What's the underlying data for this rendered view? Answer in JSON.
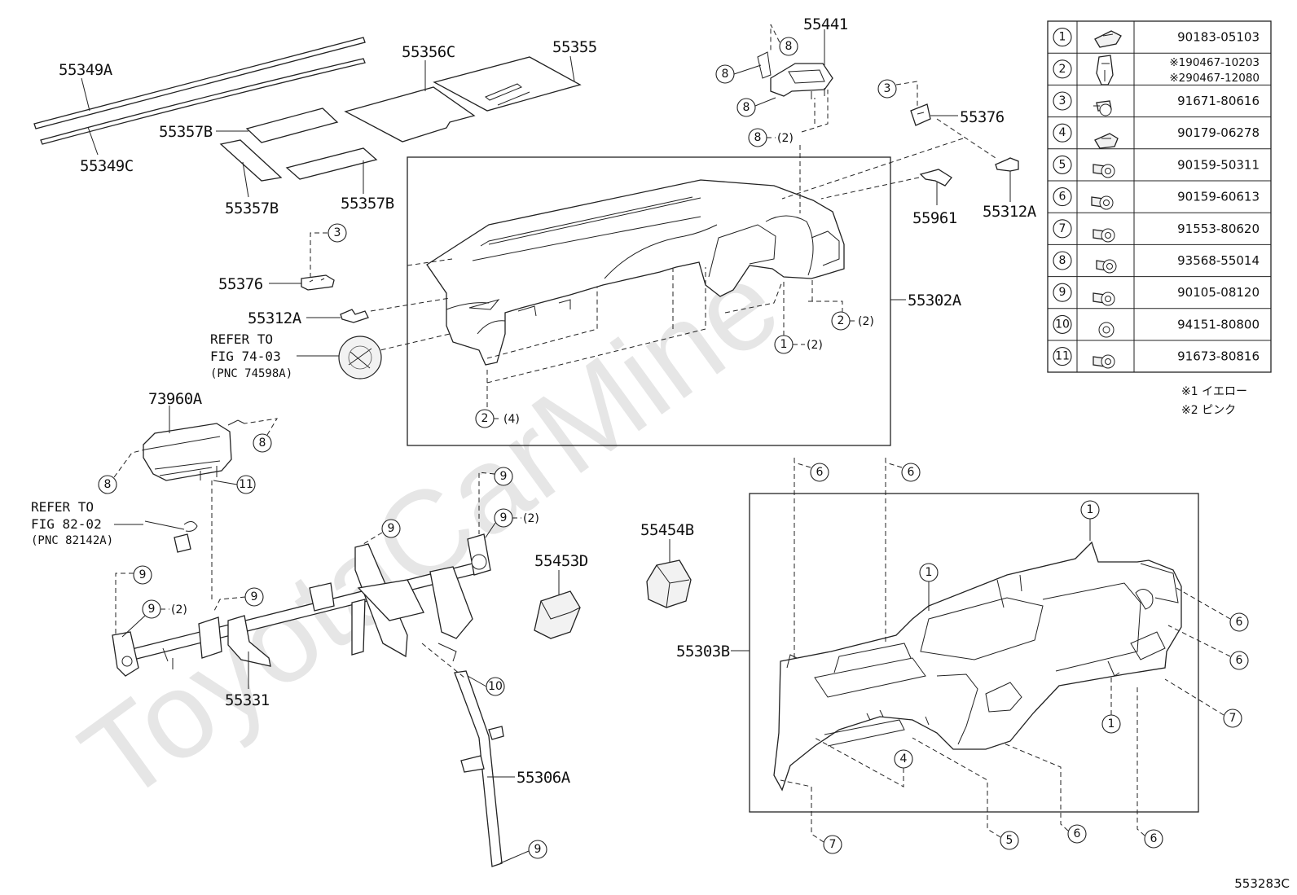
{
  "watermark": "ToyotaCarMine",
  "diagram_code": "553283C",
  "references": {
    "fig_74_03": [
      "REFER TO",
      "FIG 74-03",
      "(PNC 74598A)"
    ],
    "fig_82_02": [
      "REFER TO",
      "FIG 82-02",
      "(PNC 82142A)"
    ]
  },
  "part_labels": {
    "p55349A": "55349A",
    "p55349C": "55349C",
    "p55356C": "55356C",
    "p55355": "55355",
    "p55357B_1": "55357B",
    "p55357B_2": "55357B",
    "p55357B_3": "55357B",
    "p55441": "55441",
    "p55376_right": "55376",
    "p55961": "55961",
    "p55312A_right": "55312A",
    "p55376_left": "55376",
    "p55312A_left": "55312A",
    "p55302A": "55302A",
    "p73960A": "73960A",
    "p55454B": "55454B",
    "p55453D": "55453D",
    "p55303B": "55303B",
    "p55331": "55331",
    "p55306A": "55306A"
  },
  "callouts": {
    "c1": "1",
    "c2": "2",
    "c3": "3",
    "c4": "4",
    "c5": "5",
    "c6": "6",
    "c7": "7",
    "c8": "8",
    "c9": "9",
    "c10": "10",
    "c11": "11"
  },
  "quantities": {
    "q2": "(2)",
    "q4": "(4)"
  },
  "fastener_table": [
    {
      "num": "1",
      "pn": "90183-05103"
    },
    {
      "num": "2",
      "pn_lines": [
        "※190467-10203",
        "※290467-12080"
      ]
    },
    {
      "num": "3",
      "pn": "91671-80616"
    },
    {
      "num": "4",
      "pn": "90179-06278"
    },
    {
      "num": "5",
      "pn": "90159-50311"
    },
    {
      "num": "6",
      "pn": "90159-60613"
    },
    {
      "num": "7",
      "pn": "91553-80620"
    },
    {
      "num": "8",
      "pn": "93568-55014"
    },
    {
      "num": "9",
      "pn": "90105-08120"
    },
    {
      "num": "10",
      "pn": "94151-80800"
    },
    {
      "num": "11",
      "pn": "91673-80816"
    }
  ],
  "notes": [
    "※1 イエロー",
    "※2 ピンク"
  ]
}
